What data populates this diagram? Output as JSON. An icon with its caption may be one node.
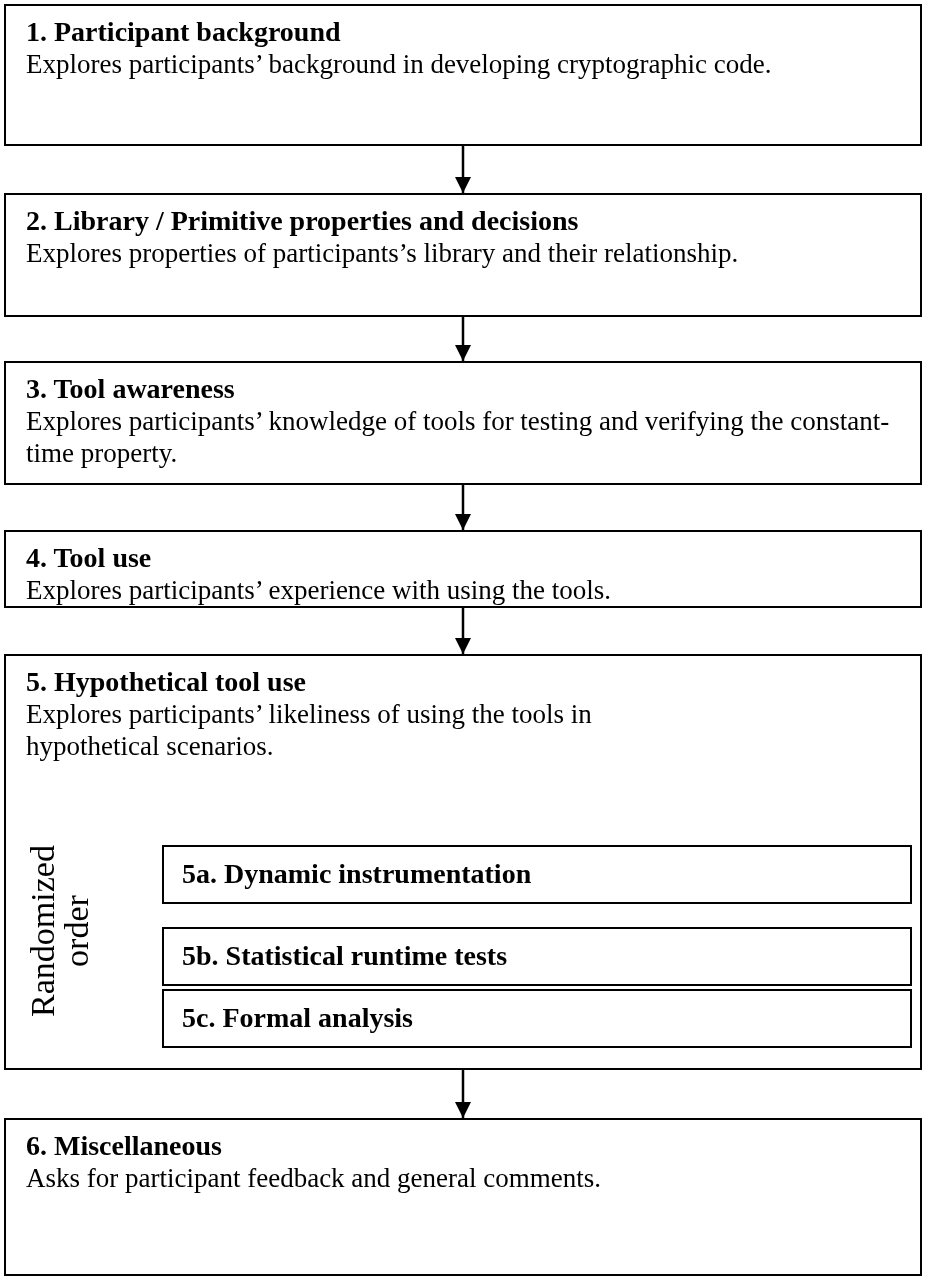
{
  "diagram": {
    "nodes": [
      {
        "text": [
          "1. Participant background",
          "Explores participants’ background in developing cryptographic code."
        ]
      },
      {
        "text": [
          "2. Library / Primitive properties and decisions",
          "Explores properties of participants’s library and their relationship."
        ]
      },
      {
        "text": [
          "3. Tool awareness",
          "Explores participants’ knowledge of tools for testing and verifying the constant-time property."
        ]
      },
      {
        "text": [
          "4. Tool use",
          "Explores participants’ experience with using the tools."
        ]
      },
      {
        "text": [
          "5. Hypothetical tool use",
          "Explores participants’ likeliness of using the tools in hypothetical scenarios."
        ]
      },
      {
        "text": [
          "5a. Dynamic instrumentation"
        ],
        "in": 4
      },
      {
        "text": [
          "5b. Statistical runtime tests"
        ],
        "in": 4
      },
      {
        "text": [
          "5c. Formal analysis"
        ],
        "in": 4
      },
      {
        "text": [
          "6. Miscellaneous",
          "Asks for participant feedback and general comments."
        ]
      }
    ],
    "edges": [
      {
        "from": 0,
        "to": 1,
        "arrow": "to"
      },
      {
        "from": 1,
        "to": 2,
        "arrow": "to"
      },
      {
        "from": 2,
        "to": 3,
        "arrow": "to"
      },
      {
        "from": 3,
        "to": 4,
        "arrow": "to"
      },
      {
        "from": 4,
        "to": 8,
        "arrow": "to"
      }
    ],
    "labels": [
      "Randomized order"
    ]
  }
}
